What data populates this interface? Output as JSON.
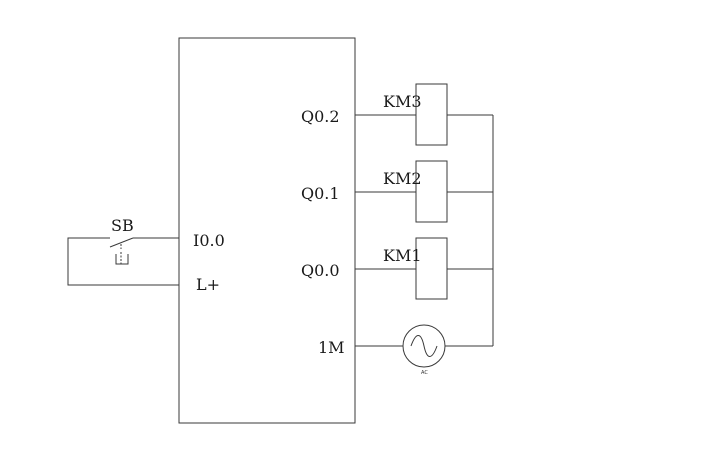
{
  "switch": {
    "label": "SB"
  },
  "plc": {
    "inputs": {
      "i0_0": "I0.0",
      "l_plus": "L+"
    },
    "outputs": {
      "q0_2": "Q0.2",
      "q0_1": "Q0.1",
      "q0_0": "Q0.0",
      "m1": "1M"
    }
  },
  "coils": {
    "km3": "KM3",
    "km2": "KM2",
    "km1": "KM1"
  },
  "ac_source": {
    "label": "AC"
  },
  "colors": {
    "line": "#3a3a3a",
    "text": "#1a1a1a",
    "background": "#ffffff"
  }
}
